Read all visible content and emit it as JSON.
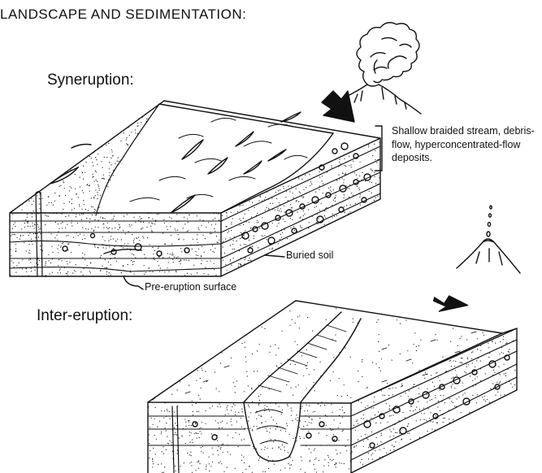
{
  "title": "LANDSCAPE AND SEDIMENTATION:",
  "syneruption_label": "Syneruption:",
  "intereruption_label": "Inter-eruption:",
  "deposits_label": "Shallow braided stream, debris-flow, hyperconcentrated-flow deposits.",
  "buried_soil_label": "Buried soil",
  "pre_eruption_label": "Pre-eruption surface",
  "colors": {
    "ink": "#111111",
    "paper": "#ffffff"
  },
  "icons": [
    "erupting-volcano-icon",
    "quiet-volcano-icon",
    "arrow-down-left-icon",
    "arrow-down-right-icon"
  ]
}
